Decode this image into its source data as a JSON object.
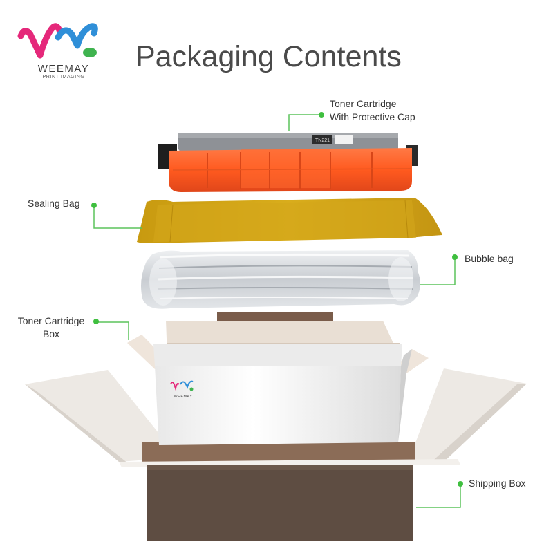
{
  "brand": {
    "name": "WEEMAY",
    "tagline": "PRINT IMAGING",
    "colors": {
      "magenta": "#e5287a",
      "blue": "#2f8fd8",
      "green": "#3fb34f"
    }
  },
  "title": "Packaging Contents",
  "accent_color": "#3fbf3f",
  "items": [
    {
      "line1": "Toner Cartridge",
      "line2": "With Protective Cap"
    },
    {
      "line1": "Sealing Bag"
    },
    {
      "line1": "Bubble bag"
    },
    {
      "line1": "Toner Cartridge",
      "line2": "Box"
    },
    {
      "line1": "Shipping Box"
    }
  ],
  "cartridge_label": "TN221"
}
